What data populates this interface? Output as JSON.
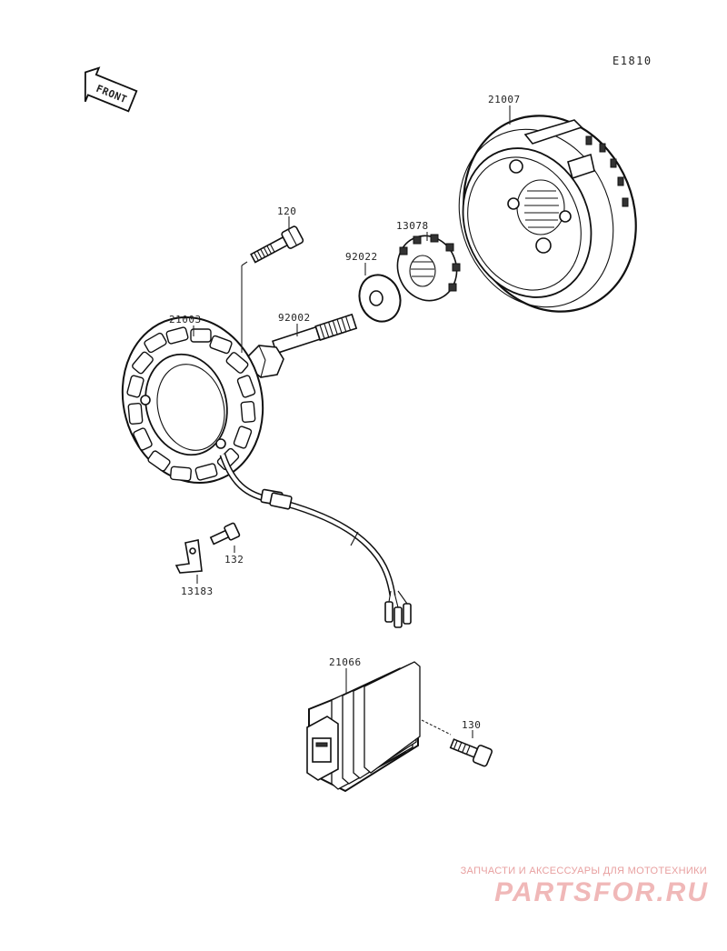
{
  "diagram": {
    "code": "E1810",
    "front_label": "FRONT",
    "parts": [
      {
        "number": "21007"
      },
      {
        "number": "120"
      },
      {
        "number": "13078"
      },
      {
        "number": "92022"
      },
      {
        "number": "21003"
      },
      {
        "number": "92002"
      },
      {
        "number": "132"
      },
      {
        "number": "13183"
      },
      {
        "number": "21066"
      },
      {
        "number": "130"
      }
    ]
  },
  "watermark": {
    "tagline": "ЗАПЧАСТИ И АКСЕССУАРЫ ДЛЯ МОТОТЕХНИКИ",
    "logo": "PARTSFOR.RU"
  }
}
